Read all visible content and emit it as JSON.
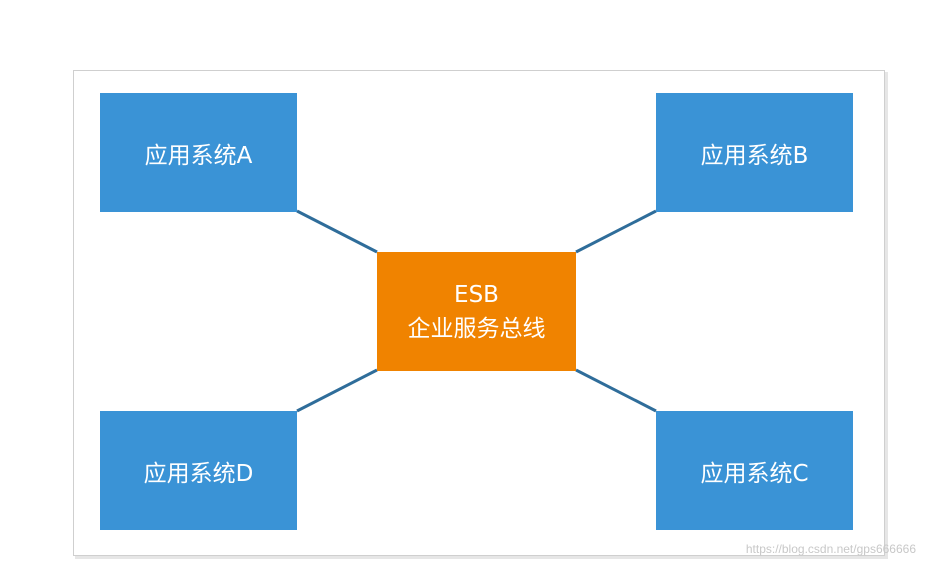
{
  "diagram": {
    "hub": {
      "title": "ESB",
      "subtitle": "企业服务总线"
    },
    "systems": [
      {
        "id": "A",
        "label": "应用系统A"
      },
      {
        "id": "B",
        "label": "应用系统B"
      },
      {
        "id": "C",
        "label": "应用系统C"
      },
      {
        "id": "D",
        "label": "应用系统D"
      }
    ],
    "connections": [
      [
        "ESB",
        "A"
      ],
      [
        "ESB",
        "B"
      ],
      [
        "ESB",
        "C"
      ],
      [
        "ESB",
        "D"
      ]
    ]
  },
  "colors": {
    "system_fill": "#3a93d6",
    "hub_fill": "#f08300",
    "connector": "#2f6d9a",
    "frame_border": "#cfcfcf"
  },
  "watermark": "https://blog.csdn.net/gps666666"
}
